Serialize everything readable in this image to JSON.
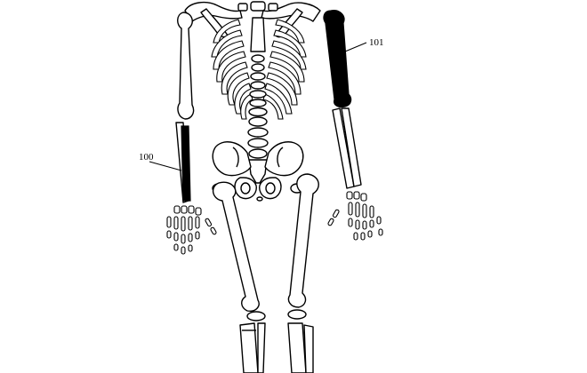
{
  "figure": {
    "labels": [
      {
        "id": "100",
        "text": "100"
      },
      {
        "id": "101",
        "text": "101"
      }
    ],
    "highlight_color": "#000000",
    "line_color": "#000000",
    "background": "#ffffff"
  }
}
